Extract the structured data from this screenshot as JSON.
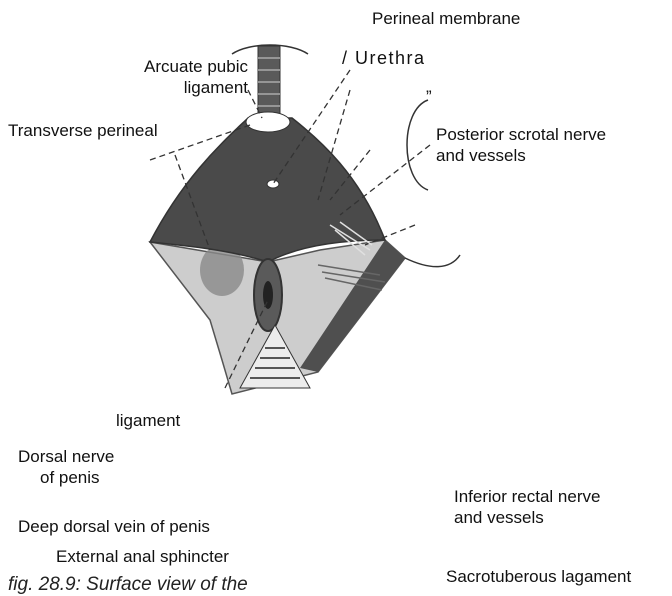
{
  "figure": {
    "labels": {
      "perineal_membrane": "Perineal membrane",
      "urethra": "/ Urethra",
      "stray_mark": "”",
      "arcuate_line1": "Arcuate pubic",
      "arcuate_line2": "ligament",
      "transverse_perineal": "Transverse perineal",
      "posterior_scrotal_line1": "Posterior scrotal nerve",
      "posterior_scrotal_line2": "and vessels",
      "ligament": "ligament",
      "dorsal_nerve_line1": "Dorsal nerve",
      "dorsal_nerve_line2": "of penis",
      "inferior_rectal_line1": "Inferior rectal nerve",
      "inferior_rectal_line2": "and vessels",
      "deep_dorsal_vein": "Deep dorsal vein of penis",
      "external_anal_sphincter": "External anal sphincter",
      "sacrotuberous": "Sacrotuberous lagament"
    },
    "caption": "fig. 28.9: Surface view of the"
  },
  "colors": {
    "dark_region": "#4a4a4a",
    "light_region": "#c9c9c9",
    "line": "#333333"
  }
}
